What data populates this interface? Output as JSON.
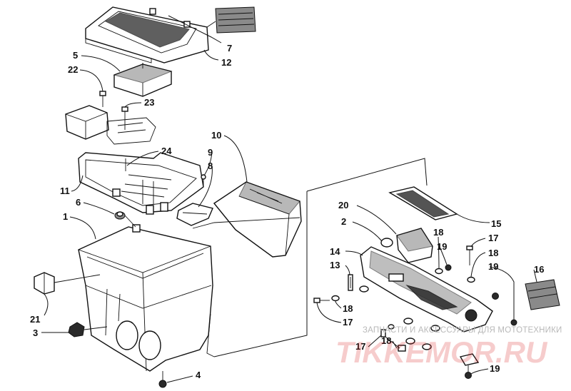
{
  "callouts": [
    {
      "id": "c7",
      "text": "7"
    },
    {
      "id": "c12",
      "text": "12"
    },
    {
      "id": "c5",
      "text": "5"
    },
    {
      "id": "c22",
      "text": "22"
    },
    {
      "id": "c23",
      "text": "23"
    },
    {
      "id": "c24",
      "text": "24"
    },
    {
      "id": "c10",
      "text": "10"
    },
    {
      "id": "c9",
      "text": "9"
    },
    {
      "id": "c8",
      "text": "8"
    },
    {
      "id": "c11",
      "text": "11"
    },
    {
      "id": "c6",
      "text": "6"
    },
    {
      "id": "c1",
      "text": "1"
    },
    {
      "id": "c21",
      "text": "21"
    },
    {
      "id": "c3",
      "text": "3"
    },
    {
      "id": "c4",
      "text": "4"
    },
    {
      "id": "c20",
      "text": "20"
    },
    {
      "id": "c2",
      "text": "2"
    },
    {
      "id": "c15",
      "text": "15"
    },
    {
      "id": "c18a",
      "text": "18"
    },
    {
      "id": "c17a",
      "text": "17"
    },
    {
      "id": "c19a",
      "text": "19"
    },
    {
      "id": "c18b",
      "text": "18"
    },
    {
      "id": "c14",
      "text": "14"
    },
    {
      "id": "c13",
      "text": "13"
    },
    {
      "id": "c19b",
      "text": "19"
    },
    {
      "id": "c16",
      "text": "16"
    },
    {
      "id": "c18c",
      "text": "18"
    },
    {
      "id": "c17b",
      "text": "17"
    },
    {
      "id": "c17c",
      "text": "17"
    },
    {
      "id": "c18d",
      "text": "18"
    },
    {
      "id": "c19c",
      "text": "19"
    }
  ],
  "watermark": {
    "text": "ЗАПЧАСТИ И АКСЕССУАРЫ ДЛЯ МОТОТЕХНИКИ",
    "logo": "TIKKEMOR.RU"
  }
}
